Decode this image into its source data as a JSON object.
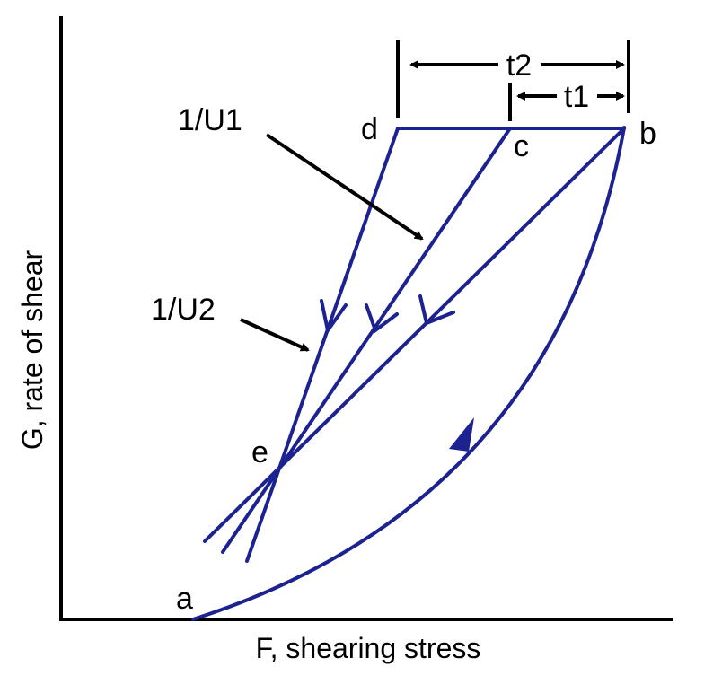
{
  "diagram": {
    "x_axis_label": "F, shearing stress",
    "y_axis_label": "G, rate of shear",
    "points": {
      "a": "a",
      "b": "b",
      "c": "c",
      "d": "d",
      "e": "e"
    },
    "annotations": {
      "u1": "1/U1",
      "u2": "1/U2",
      "t1": "t1",
      "t2": "t2"
    },
    "colors": {
      "curve": "#1c2290",
      "axes": "#000000"
    }
  }
}
